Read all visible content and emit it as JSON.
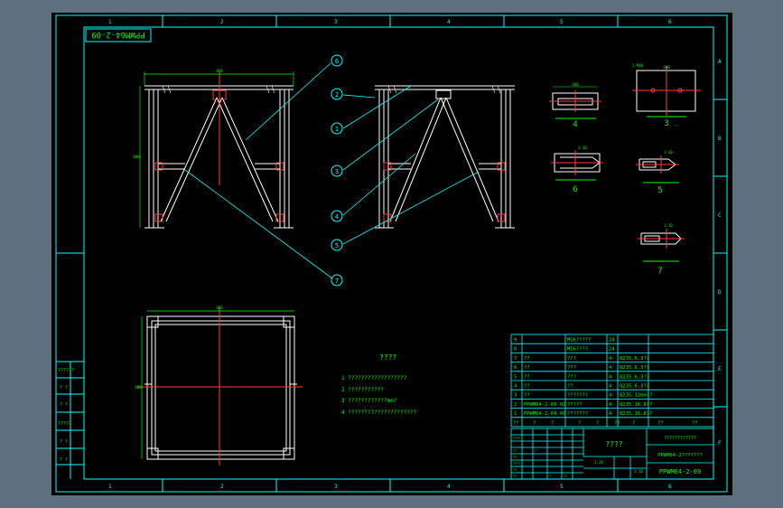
{
  "drawing_number_rotated": "PPWM64-2-09",
  "zone_numbers": [
    "1",
    "2",
    "3",
    "4",
    "5",
    "6"
  ],
  "zone_letters": [
    "A",
    "B",
    "C",
    "D",
    "E",
    "F"
  ],
  "balloons": [
    "6",
    "2",
    "1",
    "3",
    "4",
    "5",
    "7"
  ],
  "section_labels": [
    "4",
    "3",
    "6",
    "5",
    "7"
  ],
  "dims": {
    "front_width": "800",
    "front_height": "800",
    "plan_width": "800",
    "plan_height": "800",
    "detail_a": "100",
    "detail_b": "1-10",
    "detail_c": "2-M10"
  },
  "notes": {
    "title": "????",
    "lines": [
      "1  ??????????????????",
      "2  ???????????",
      "3  ????????????mm?",
      "4  ?????????????????????"
    ]
  },
  "bom": {
    "rows": [
      {
        "no": "9",
        "code": "",
        "name": "M16?????",
        "qty": "24",
        "mat": ""
      },
      {
        "no": "8",
        "code": "",
        "name": "M16????",
        "qty": "24",
        "mat": ""
      },
      {
        "no": "7",
        "code": "??",
        "name": "???",
        "qty": "4",
        "mat": "Q235.6.3??"
      },
      {
        "no": "6",
        "code": "??",
        "name": "???",
        "qty": "4",
        "mat": "Q235.6.3??"
      },
      {
        "no": "5",
        "code": "??",
        "name": "???",
        "qty": "4",
        "mat": "Q235.6.3??"
      },
      {
        "no": "4",
        "code": "??",
        "name": "??",
        "qty": "4",
        "mat": "Q235.6.3??"
      },
      {
        "no": "3",
        "code": "??",
        "name": "???????",
        "qty": "4",
        "mat": "Q235.12mm??"
      },
      {
        "no": "2",
        "code": "PPWM64-2-09-02",
        "name": "?????",
        "qty": "4",
        "mat": "Q235.16.8??"
      },
      {
        "no": "1",
        "code": "PPWM64-2-09-01",
        "name": "???????",
        "qty": "4",
        "mat": "Q235.16.8??"
      }
    ],
    "header": [
      "??",
      "?",
      "?",
      "?",
      "?",
      "??",
      "?",
      "??",
      "??"
    ]
  },
  "title_block": {
    "company": "????????????",
    "drawing_name": "????",
    "drawing_code": "PPWM64-2???????",
    "number": "PPWM64-2-09",
    "scale": "1:10",
    "sheet": "1:20",
    "small_cells": [
      "????",
      "??",
      "?",
      "??",
      "????",
      "??",
      "??",
      "?",
      "??"
    ]
  },
  "left_strip": [
    "??????",
    "? ?",
    "? ?",
    "?????",
    "? ?",
    "? ?"
  ]
}
